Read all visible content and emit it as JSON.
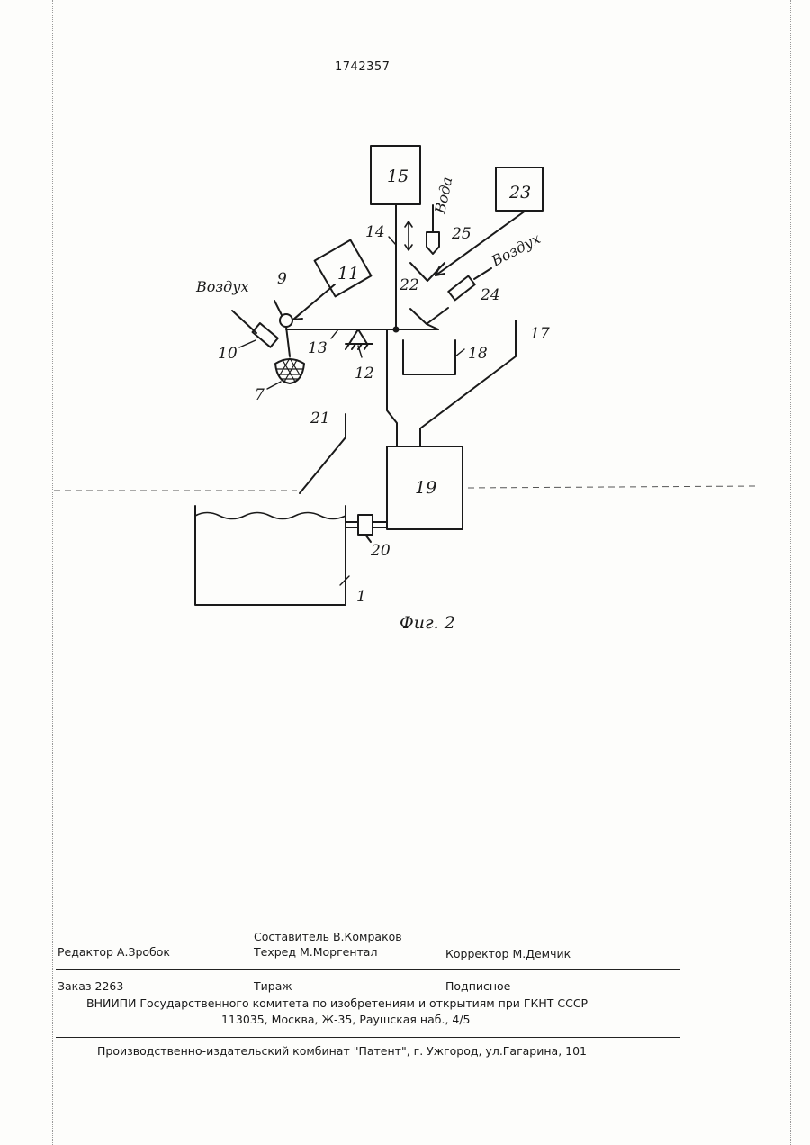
{
  "patent_number": "1742357",
  "figure_caption": "Фиг. 2",
  "labels": {
    "n1": "1",
    "n7": "7",
    "n9": "9",
    "n10": "10",
    "n11": "11",
    "n12": "12",
    "n13": "13",
    "n14": "14",
    "n15": "15",
    "n17": "17",
    "n18": "18",
    "n19": "19",
    "n20": "20",
    "n21": "21",
    "n22": "22",
    "n23": "23",
    "n24": "24",
    "n25": "25"
  },
  "annotations": {
    "air_left": "Воздух",
    "air_right": "Воздух",
    "water": "Вода"
  },
  "footer": {
    "compiler": "Составитель  В.Комраков",
    "editor": "Редактор  А.Зробок",
    "techred": "Техред М.Моргентал",
    "corrector": "Корректор  М.Демчик",
    "order": "Заказ  2263",
    "circulation": "Тираж",
    "subscription": "Подписное",
    "vniipi": "ВНИИПИ Государственного комитета по изобретениям и открытиям при ГКНТ СССР",
    "address": "113035, Москва, Ж-35, Раушская наб., 4/5",
    "publisher": "Производственно-издательский комбинат \"Патент\", г. Ужгород, ул.Гагарина, 101"
  }
}
